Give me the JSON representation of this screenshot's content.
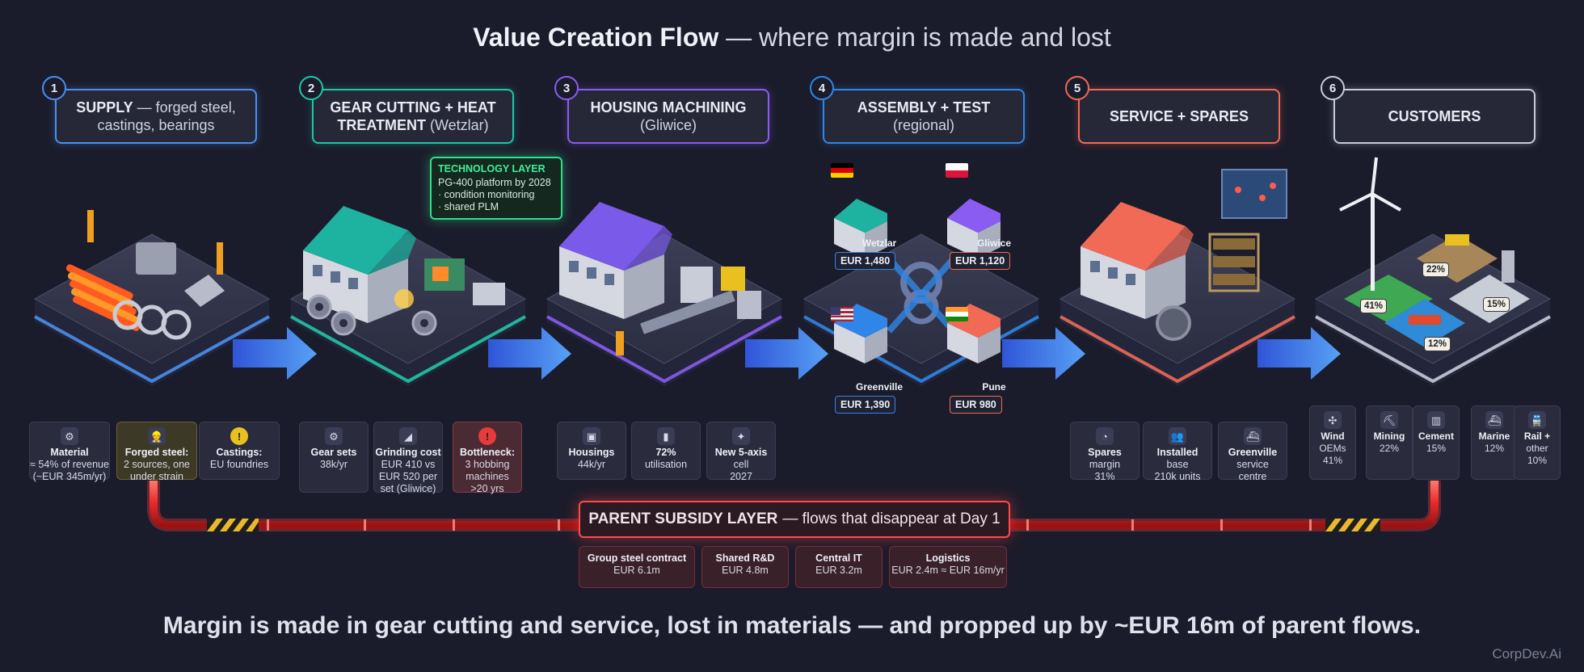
{
  "title": {
    "bold": "Value Creation Flow",
    "rest": " — where margin is made and lost"
  },
  "colors": {
    "supply": "#4a8ff0",
    "gear": "#1fc6a6",
    "housing": "#8a5cf2",
    "assembly": "#2f86e8",
    "service": "#f06a55",
    "customers": "#c8ccd8",
    "subsidy": "#ff4a4a",
    "tech": "#2ee08a"
  },
  "stages": [
    {
      "num": "1",
      "title": "SUPPLY",
      "note": " — forged steel, castings, bearings"
    },
    {
      "num": "2",
      "title": "GEAR CUTTING + HEAT TREATMENT",
      "note": " (Wetzlar)"
    },
    {
      "num": "3",
      "title": "HOUSING MACHINING",
      "note": "(Gliwice)"
    },
    {
      "num": "4",
      "title": "ASSEMBLY + TEST",
      "note": "(regional)"
    },
    {
      "num": "5",
      "title": "SERVICE + SPARES",
      "note": ""
    },
    {
      "num": "6",
      "title": "CUSTOMERS",
      "note": ""
    }
  ],
  "tech_layer": {
    "title": "TECHNOLOGY LAYER",
    "lines": [
      "PG-400 platform by 2028",
      "· condition monitoring",
      "· shared PLM"
    ]
  },
  "assembly_sites": [
    {
      "name": "Wetzlar",
      "cost": "EUR 1,480",
      "flag": "de"
    },
    {
      "name": "Gliwice",
      "cost": "EUR 1,120",
      "flag": "pl"
    },
    {
      "name": "Greenville",
      "cost": "EUR 1,390",
      "flag": "us"
    },
    {
      "name": "Pune",
      "cost": "EUR 980",
      "flag": "in"
    }
  ],
  "customer_slices": [
    {
      "label": "41%"
    },
    {
      "label": "22%"
    },
    {
      "label": "15%"
    },
    {
      "label": "12%"
    }
  ],
  "cards": {
    "supply": [
      {
        "icon": "gear-icon",
        "title": "Material",
        "lines": [
          "≈ 54% of revenue",
          "(~EUR 345m/yr)"
        ]
      },
      {
        "icon": "team-icon",
        "title": "Forged steel:",
        "lines": [
          "2 sources, one",
          "under strain"
        ]
      },
      {
        "icon": "alert-icon",
        "title": "Castings:",
        "lines": [
          "EU foundries"
        ]
      }
    ],
    "gear": [
      {
        "icon": "gear-icon",
        "title": "Gear sets",
        "lines": [
          "38k/yr"
        ]
      },
      {
        "icon": "grinder-icon",
        "title": "Grinding cost",
        "lines": [
          "EUR 410 vs",
          "EUR 520 per",
          "set (Gliwice)"
        ]
      },
      {
        "icon": "alert-icon",
        "title": "Bottleneck:",
        "lines": [
          "3 hobbing",
          "machines",
          ">20 yrs"
        ]
      }
    ],
    "housing": [
      {
        "icon": "housing-icon",
        "title": "Housings",
        "lines": [
          "44k/yr"
        ]
      },
      {
        "icon": "chart-icon",
        "title": "72%",
        "lines": [
          "utilisation"
        ]
      },
      {
        "icon": "laser-icon",
        "title": "New 5-axis",
        "lines": [
          "cell",
          "2027"
        ]
      }
    ],
    "service": [
      {
        "icon": "gauge-icon",
        "title": "Spares",
        "lines": [
          "margin",
          "31%"
        ]
      },
      {
        "icon": "people-icon",
        "title": "Installed",
        "lines": [
          "base",
          "210k units"
        ]
      },
      {
        "icon": "ship-icon",
        "title": "Greenville",
        "lines": [
          "service",
          "centre"
        ]
      }
    ],
    "customers": [
      {
        "icon": "wind-turbine-icon",
        "title": "Wind",
        "lines": [
          "OEMs",
          "41%"
        ]
      },
      {
        "icon": "excavator-icon",
        "title": "Mining",
        "lines": [
          "22%"
        ]
      },
      {
        "icon": "silo-icon",
        "title": "Cement",
        "lines": [
          "15%"
        ]
      },
      {
        "icon": "ship-icon",
        "title": "Marine",
        "lines": [
          "12%"
        ]
      },
      {
        "icon": "train-icon",
        "title": "Rail +",
        "lines": [
          "other",
          "10%"
        ]
      }
    ]
  },
  "subsidy": {
    "bold": "PARENT SUBSIDY LAYER",
    "rest": " — flows that disappear at Day 1",
    "items": [
      {
        "title": "Group steel contract",
        "value": "EUR 6.1m"
      },
      {
        "title": "Shared R&D",
        "value": "EUR 4.8m"
      },
      {
        "title": "Central IT",
        "value": "EUR 3.2m"
      },
      {
        "title": "Logistics",
        "value": "EUR 2.4m ≈ EUR 16m/yr"
      }
    ]
  },
  "footer": "Margin is made in gear cutting and service, lost in materials — and propped up by ~EUR 16m of parent flows.",
  "brand": "CorpDev.Ai"
}
